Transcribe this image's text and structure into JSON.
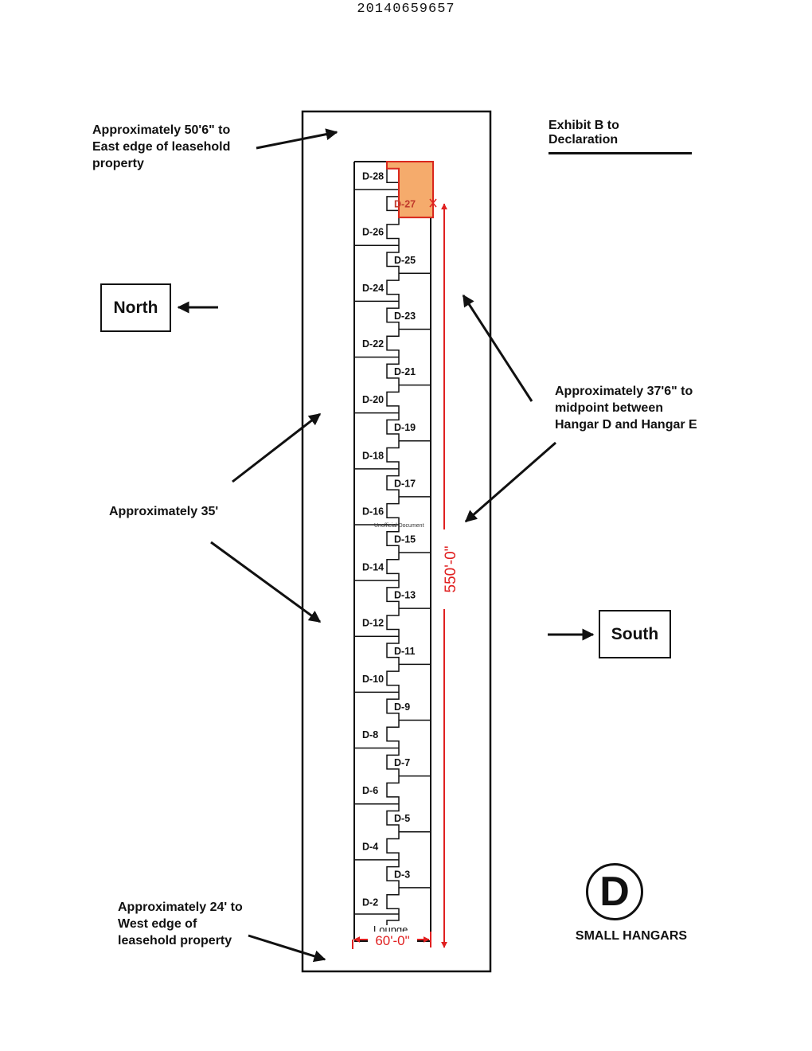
{
  "header": {
    "document_number": "20140659657"
  },
  "exhibit_title": "Exhibit B to Declaration",
  "annotations": {
    "east_edge": "Approximately 50'6\" to\nEast edge of leasehold\nproperty",
    "midpoint": "Approximately 37'6\" to\nmidpoint between\nHangar D and Hangar E",
    "side_distance": "Approximately 35'",
    "west_edge": "Approximately 24' to\nWest edge of\nleasehold property"
  },
  "compass": {
    "north": "North",
    "south": "South"
  },
  "building": {
    "lounge_label": "Lounge",
    "watermark": "Unofficial Document",
    "length_dimension": "550'-0\"",
    "width_dimension": "60'-0\"",
    "highlight_color": "#f5ab6c",
    "highlight_stroke": "#d9281e",
    "dimension_color": "#e02020",
    "highlighted_unit": "D-27",
    "units": [
      "D-28",
      "D-27",
      "D-26",
      "D-25",
      "D-24",
      "D-23",
      "D-22",
      "D-21",
      "D-20",
      "D-19",
      "D-18",
      "D-17",
      "D-16",
      "D-15",
      "D-14",
      "D-13",
      "D-12",
      "D-11",
      "D-10",
      "D-9",
      "D-8",
      "D-7",
      "D-6",
      "D-5",
      "D-4",
      "D-3",
      "D-2"
    ]
  },
  "logo": {
    "letter": "D",
    "caption": "SMALL HANGARS"
  }
}
